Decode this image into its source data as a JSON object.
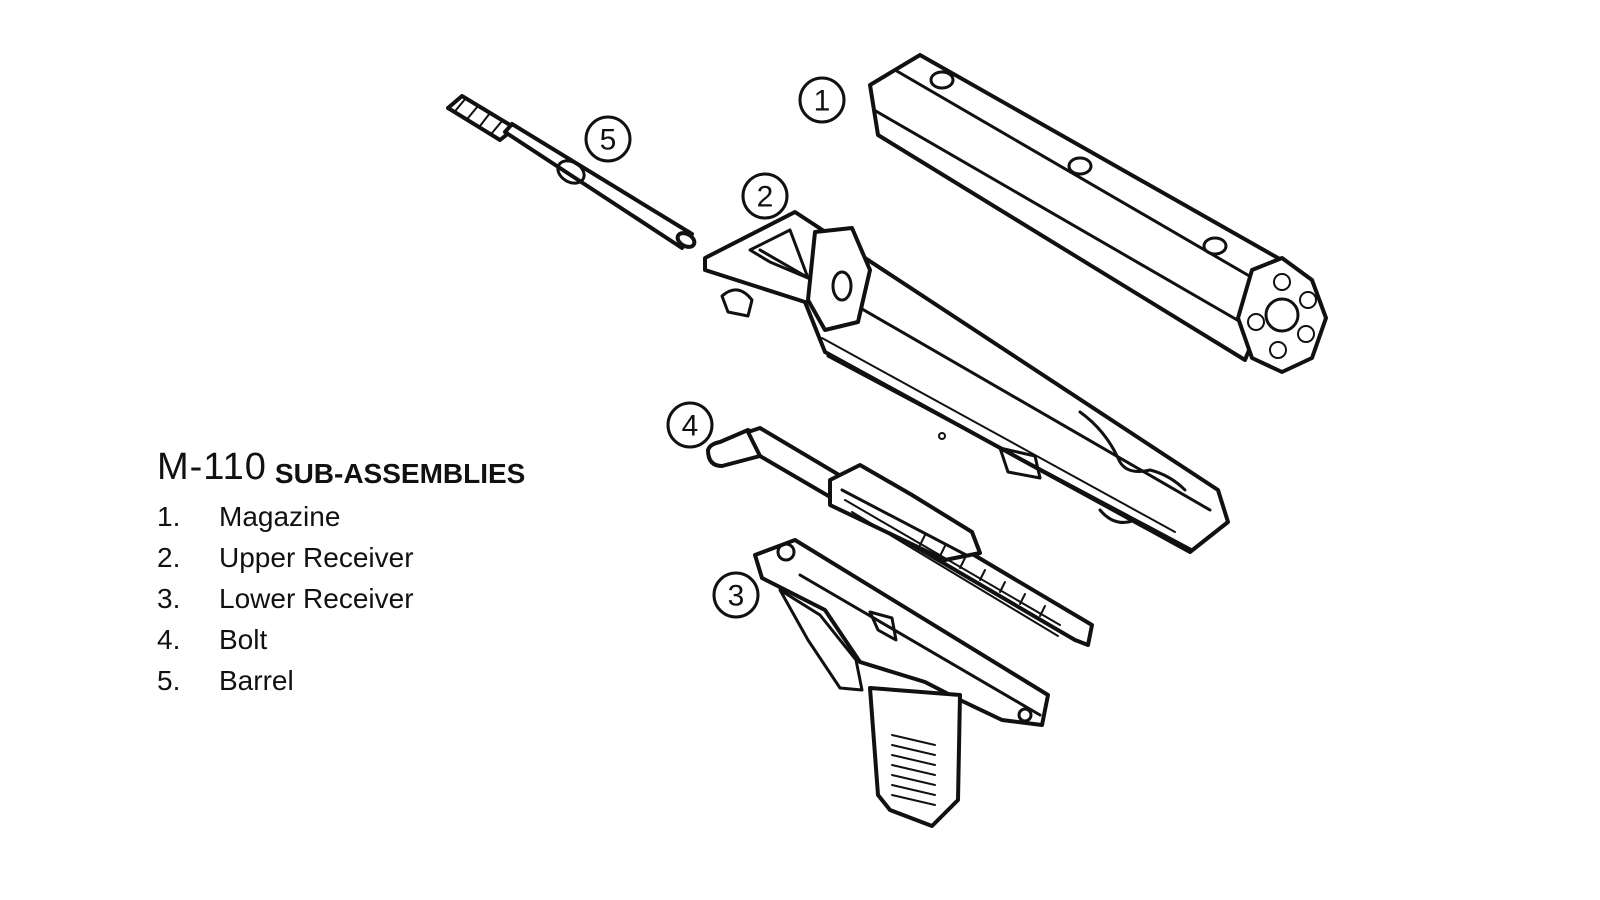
{
  "legend": {
    "model": "M-110",
    "heading": "SUB-ASSEMBLIES",
    "items": [
      {
        "num": "1.",
        "name": "Magazine"
      },
      {
        "num": "2.",
        "name": "Upper Receiver"
      },
      {
        "num": "3.",
        "name": "Lower Receiver"
      },
      {
        "num": "4.",
        "name": "Bolt"
      },
      {
        "num": "5.",
        "name": "Barrel"
      }
    ]
  },
  "callouts": [
    "1",
    "2",
    "3",
    "4",
    "5"
  ]
}
